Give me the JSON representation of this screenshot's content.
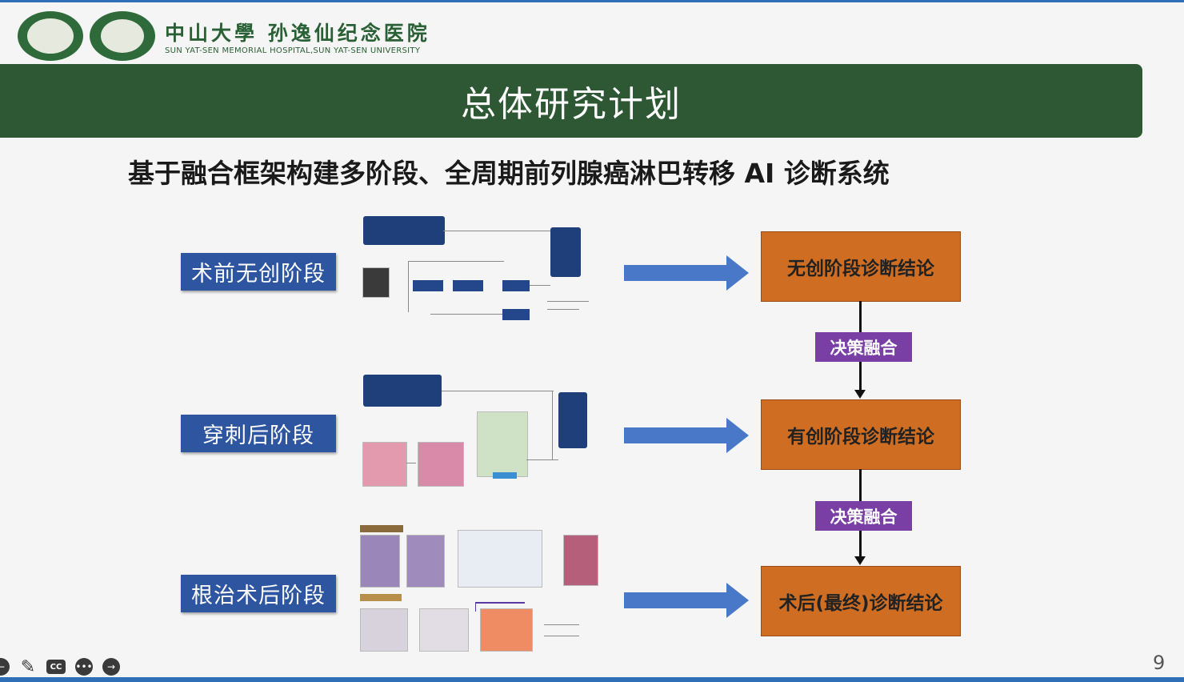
{
  "header": {
    "hospital_name_cn": "中山大學 孙逸仙纪念医院",
    "hospital_name_en": "SUN YAT-SEN MEMORIAL HOSPITAL,SUN YAT-SEN UNIVERSITY"
  },
  "slide": {
    "title": "总体研究计划",
    "subtitle": "基于融合框架构建多阶段、全周期前列腺癌淋巴转移 AI 诊断系统",
    "stages": [
      {
        "label": "术前无创阶段",
        "conclusion": "无创阶段诊断结论"
      },
      {
        "label": "穿刺后阶段",
        "conclusion": "有创阶段诊断结论"
      },
      {
        "label": "根治术后阶段",
        "conclusion": "术后(最终)诊断结论"
      }
    ],
    "fusion_labels": [
      "决策融合",
      "决策融合"
    ],
    "page_number": "9"
  },
  "colors": {
    "banner": "#2e5833",
    "stage_label": "#2e56a0",
    "conclusion_box": "#cf6e22",
    "fusion_box": "#7a3fa5",
    "arrow": "#4a78c8"
  },
  "icons": [
    "back-icon",
    "pen-icon",
    "cc-icon",
    "more-icon",
    "forward-icon"
  ]
}
